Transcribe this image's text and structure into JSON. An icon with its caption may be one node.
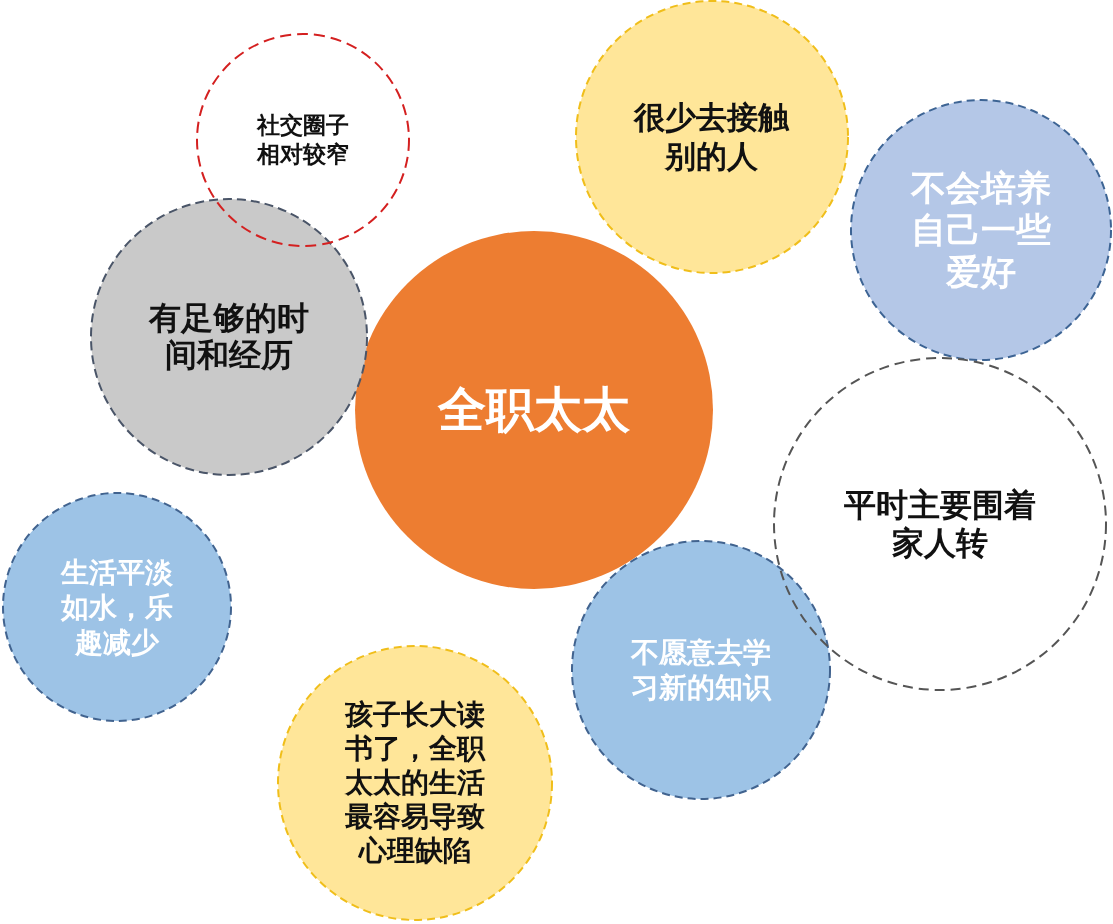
{
  "diagram": {
    "nodes": [
      {
        "text": [
          "社交圈子相对较窄"
        ]
      },
      {
        "text": [
          "很少去接触别的人"
        ]
      },
      {
        "text": [
          "不会培养自己一些爱好"
        ]
      },
      {
        "text": [
          "有足够的时间和经历"
        ]
      },
      {
        "text": [
          "全职太太"
        ]
      },
      {
        "text": [
          "平时主要围着家人转"
        ]
      },
      {
        "text": [
          "生活平淡如水，乐趣减少"
        ]
      },
      {
        "text": [
          "不愿意去学习新的知识"
        ]
      },
      {
        "text": [
          "孩子长大读书了，全职太太的生活最容易导致心理缺陷"
        ]
      }
    ]
  }
}
